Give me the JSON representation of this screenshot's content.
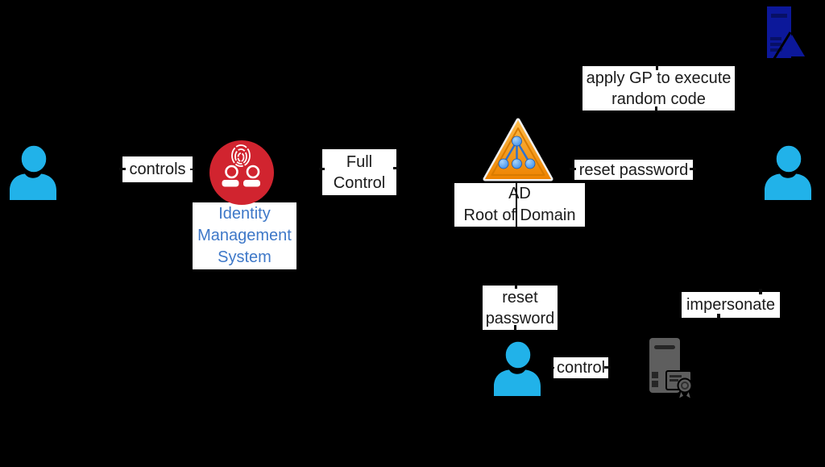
{
  "diagram": {
    "background": "#000000",
    "label_background": "#ffffff",
    "nodes": {
      "user_left": {
        "icon": "person-icon",
        "color": "#21b2e9"
      },
      "identity_management_system": {
        "icon": "fingerprint-circle-icon",
        "label": "Identity\nManagement\nSystem",
        "label_color": "#3e78c8",
        "color": "#d1242f"
      },
      "ad_root_of_domain": {
        "icon": "ad-triangle-icon",
        "label": "AD\nRoot of Domain",
        "color": "#f79420"
      },
      "group_policy_object": {
        "icon": "gpo-document-icon",
        "color": "#0c189a"
      },
      "user_right": {
        "icon": "person-icon",
        "color": "#21b2e9"
      },
      "user_bottom": {
        "icon": "person-icon",
        "color": "#21b2e9"
      },
      "server_certificate": {
        "icon": "server-certificate-icon",
        "color": "#5e5e5e"
      }
    },
    "edges": [
      {
        "label": "controls",
        "from": "user_left",
        "to": "identity_management_system"
      },
      {
        "label": "Full\nControl",
        "from": "identity_management_system",
        "to": "ad_root_of_domain"
      },
      {
        "label": "apply GP to execute\nrandom code",
        "from": "ad_root_of_domain",
        "to": "group_policy_object"
      },
      {
        "label": "reset password",
        "from": "ad_root_of_domain",
        "to": "user_right"
      },
      {
        "label": "reset\npassword",
        "from": "ad_root_of_domain",
        "to": "user_bottom"
      },
      {
        "label": "control",
        "from": "user_bottom",
        "to": "server_certificate"
      },
      {
        "label": "impersonate",
        "from": "user_right",
        "to": "server_certificate"
      }
    ]
  }
}
